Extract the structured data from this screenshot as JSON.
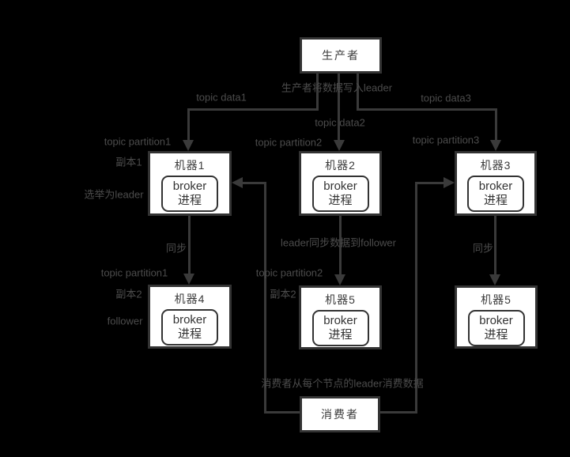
{
  "colors": {
    "background": "#000000",
    "box_fill": "#ffffff",
    "box_border": "#333333",
    "line": "#3a3a3a",
    "label_text": "#4c4c4c",
    "box_text": "#333333"
  },
  "nodes": {
    "producer": {
      "label": "生产者"
    },
    "machine1": {
      "title": "机器1"
    },
    "machine2": {
      "title": "机器2"
    },
    "machine3": {
      "title": "机器3"
    },
    "machine4": {
      "title": "机器4"
    },
    "machine5_middle": {
      "title": "机器5"
    },
    "machine5_right": {
      "title": "机器5"
    },
    "consumer": {
      "label": "消费者"
    },
    "broker_process": {
      "line1": "broker",
      "line2": "进程"
    }
  },
  "labels": [
    {
      "text": "生产者将数据写入leader"
    },
    {
      "text": "topic data1"
    },
    {
      "text": "topic data2"
    },
    {
      "text": "topic data3"
    },
    {
      "text": "topic partition1"
    },
    {
      "text": "topic partition2"
    },
    {
      "text": "topic partition3"
    },
    {
      "text": "副本1"
    },
    {
      "text": "选举为leader"
    },
    {
      "text": "同步"
    },
    {
      "text": "leader同步数据到follower"
    },
    {
      "text": "同步"
    },
    {
      "text": "topic partition1"
    },
    {
      "text": "topic partition2"
    },
    {
      "text": "副本2"
    },
    {
      "text": "副本2"
    },
    {
      "text": "follower"
    },
    {
      "text": "消费者从每个节点的leader消费数据"
    }
  ],
  "edges": [
    {
      "from": "producer",
      "to": "machine1"
    },
    {
      "from": "producer",
      "to": "machine2"
    },
    {
      "from": "producer",
      "to": "machine3"
    },
    {
      "from": "machine1",
      "to": "machine4"
    },
    {
      "from": "machine2",
      "to": "machine5_middle"
    },
    {
      "from": "machine3",
      "to": "machine5_right"
    },
    {
      "from": "consumer",
      "to": "machine1"
    },
    {
      "from": "consumer",
      "to": "machine3"
    }
  ]
}
